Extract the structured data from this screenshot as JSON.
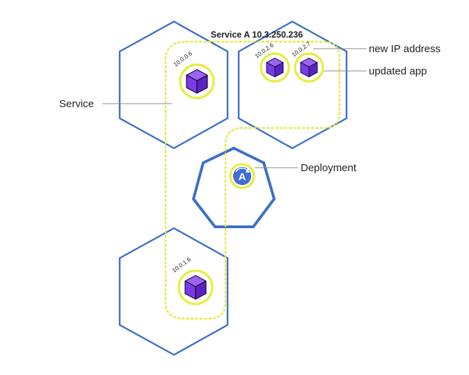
{
  "service": {
    "title": "Service A 10.3.250.236",
    "label": "Service"
  },
  "pods": {
    "pod_a": {
      "ip": "10.0.0.6"
    },
    "pod_b": {
      "ip": "10.0.1.6"
    },
    "pod_c": {
      "ip": "10.0.2.6"
    },
    "pod_d": {
      "ip": "10.0.2.7"
    }
  },
  "deployment": {
    "label": "Deployment",
    "icon_letter": "A"
  },
  "callouts": {
    "new_ip": "new IP address",
    "updated_app": "updated app"
  },
  "colors": {
    "node": "#3d6fc8",
    "service_boundary": "#e4ea3a",
    "pod_ring": "#e8ec3a",
    "cube_front": "#7b39e8",
    "cube_top": "#9b64f4",
    "cube_side": "#5a22c2",
    "cube_edge": "#1a0d33",
    "deployment_fill": "#3f6fd0",
    "text": "#222222",
    "leader": "#888888"
  },
  "icons": {
    "pod": "cube-icon",
    "deployment": "deployment-icon"
  }
}
